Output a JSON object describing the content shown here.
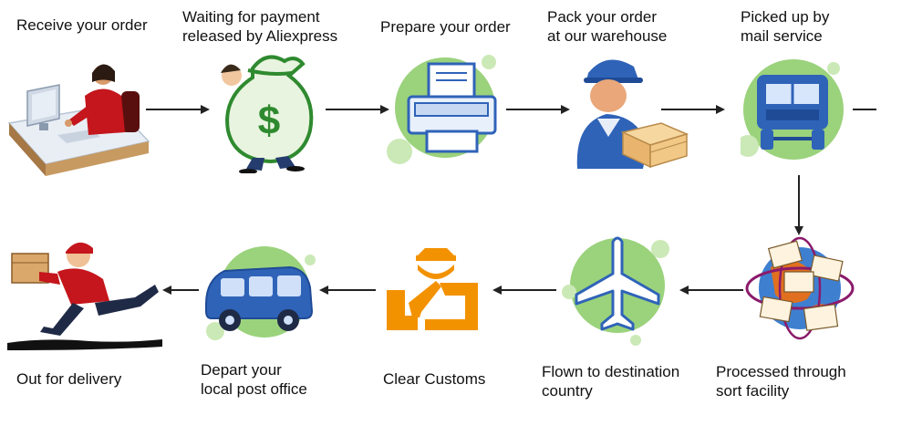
{
  "steps": [
    {
      "label": "Receive your order",
      "icon": "order-desk-icon"
    },
    {
      "label": "Waiting for payment\nreleased by Aliexpress",
      "icon": "money-bag-icon"
    },
    {
      "label": "Prepare your order",
      "icon": "printer-icon"
    },
    {
      "label": "Pack your order\nat our warehouse",
      "icon": "warehouse-worker-icon"
    },
    {
      "label": "Picked up by\nmail service",
      "icon": "truck-icon"
    },
    {
      "label": "Processed through\nsort facility",
      "icon": "globe-mail-icon"
    },
    {
      "label": "Flown to destination\ncountry",
      "icon": "airplane-icon"
    },
    {
      "label": "Clear Customs",
      "icon": "customs-officer-icon"
    },
    {
      "label": "Depart your\nlocal post office",
      "icon": "van-icon"
    },
    {
      "label": "Out for delivery",
      "icon": "delivery-man-icon"
    }
  ],
  "colors": {
    "green": "#9bd27c",
    "green_light": "#cbe9b6",
    "blue": "#2f63b8",
    "orange": "#f39200"
  }
}
